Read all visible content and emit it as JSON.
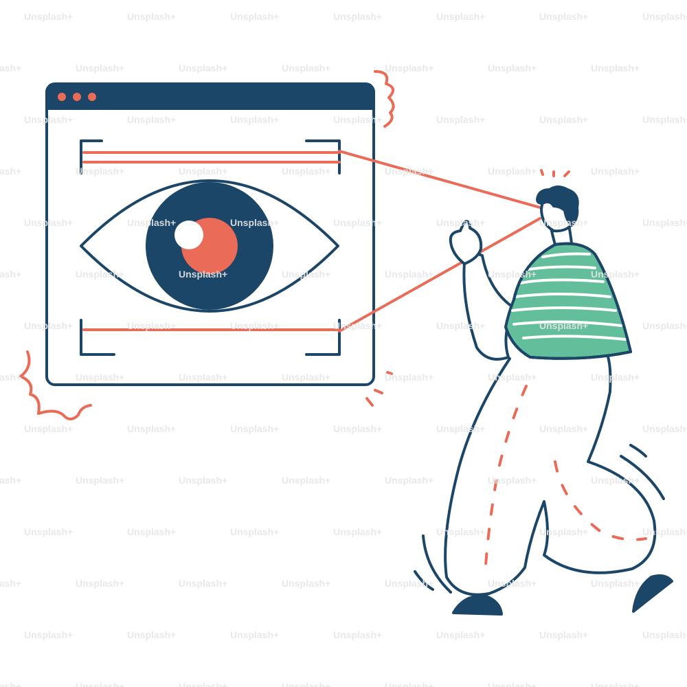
{
  "watermark": {
    "text": "Unsplash+"
  },
  "colors": {
    "navy": "#1b4668",
    "coral": "#ea6b57",
    "green": "#63bf9b",
    "white": "#ffffff"
  },
  "icons": {
    "window_controls": "three-dot-window-controls",
    "eye": "eye-icon",
    "scanner_frame": "scan-frame-corners",
    "person": "pointing-person-illustration"
  }
}
